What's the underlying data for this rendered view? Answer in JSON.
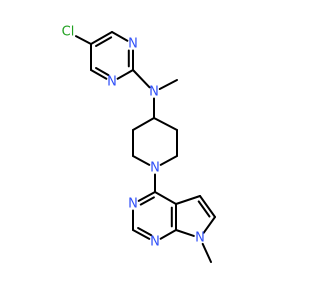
{
  "molecule": {
    "atoms": [
      {
        "id": "C1",
        "element": "C"
      },
      {
        "id": "C2",
        "element": "C"
      },
      {
        "id": "N3",
        "element": "N",
        "label": "N"
      },
      {
        "id": "C4",
        "element": "C"
      },
      {
        "id": "N5",
        "element": "N",
        "label": "N"
      },
      {
        "id": "C6",
        "element": "C"
      },
      {
        "id": "Cl",
        "element": "Cl",
        "label": "Cl"
      },
      {
        "id": "N7",
        "element": "N",
        "label": "N"
      },
      {
        "id": "Me1",
        "element": "C"
      },
      {
        "id": "C8",
        "element": "C"
      },
      {
        "id": "C9",
        "element": "C"
      },
      {
        "id": "C10",
        "element": "C"
      },
      {
        "id": "N11",
        "element": "N",
        "label": "N"
      },
      {
        "id": "C12",
        "element": "C"
      },
      {
        "id": "C13",
        "element": "C"
      },
      {
        "id": "C14",
        "element": "C"
      },
      {
        "id": "N15",
        "element": "N",
        "label": "N"
      },
      {
        "id": "C16",
        "element": "C"
      },
      {
        "id": "N17",
        "element": "N",
        "label": "N"
      },
      {
        "id": "C18",
        "element": "C"
      },
      {
        "id": "C19",
        "element": "C"
      },
      {
        "id": "C20",
        "element": "C"
      },
      {
        "id": "C21",
        "element": "C"
      },
      {
        "id": "N22",
        "element": "N",
        "label": "N"
      },
      {
        "id": "Me2",
        "element": "C"
      }
    ],
    "bonds": [
      {
        "a": "C1",
        "b": "C2",
        "order": 2
      },
      {
        "a": "C2",
        "b": "N3",
        "order": 1
      },
      {
        "a": "N3",
        "b": "C4",
        "order": 2
      },
      {
        "a": "C4",
        "b": "N5",
        "order": 1
      },
      {
        "a": "N5",
        "b": "C6",
        "order": 2
      },
      {
        "a": "C6",
        "b": "C1",
        "order": 1
      },
      {
        "a": "C1",
        "b": "Cl",
        "order": 1
      },
      {
        "a": "C4",
        "b": "N7",
        "order": 1
      },
      {
        "a": "N7",
        "b": "Me1",
        "order": 1
      },
      {
        "a": "N7",
        "b": "C8",
        "order": 1
      },
      {
        "a": "C8",
        "b": "C9",
        "order": 1
      },
      {
        "a": "C9",
        "b": "C10",
        "order": 1
      },
      {
        "a": "C10",
        "b": "N11",
        "order": 1
      },
      {
        "a": "N11",
        "b": "C12",
        "order": 1
      },
      {
        "a": "C12",
        "b": "C13",
        "order": 1
      },
      {
        "a": "C13",
        "b": "C8",
        "order": 1
      },
      {
        "a": "N11",
        "b": "C14",
        "order": 1
      },
      {
        "a": "C14",
        "b": "N15",
        "order": 2
      },
      {
        "a": "N15",
        "b": "C16",
        "order": 1
      },
      {
        "a": "C16",
        "b": "N17",
        "order": 2
      },
      {
        "a": "N17",
        "b": "C18",
        "order": 1
      },
      {
        "a": "C18",
        "b": "C19",
        "order": 2
      },
      {
        "a": "C19",
        "b": "C14",
        "order": 1
      },
      {
        "a": "C19",
        "b": "C20",
        "order": 1
      },
      {
        "a": "C20",
        "b": "C21",
        "order": 2
      },
      {
        "a": "C21",
        "b": "N22",
        "order": 1
      },
      {
        "a": "N22",
        "b": "C18",
        "order": 1
      },
      {
        "a": "N22",
        "b": "Me2",
        "order": 1
      }
    ],
    "colors": {
      "bond": "#000000",
      "N": "#3050F8",
      "Cl": "#1FA01F",
      "background": "#ffffff"
    }
  }
}
